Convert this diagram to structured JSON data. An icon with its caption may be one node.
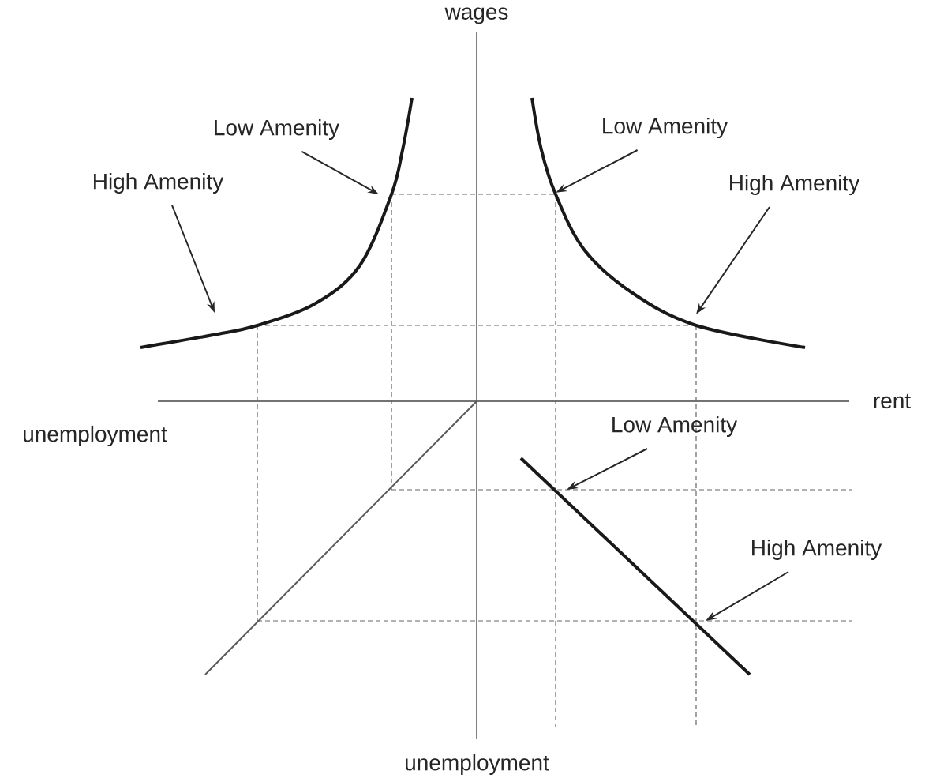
{
  "diagram": {
    "nodes": [
      {
        "text": [
          "Low Amenity"
        ]
      },
      {
        "text": [
          "Low Amenity"
        ]
      },
      {
        "text": [
          "High Amenity"
        ]
      },
      {
        "text": [
          "High Amenity"
        ]
      },
      {
        "text": [
          "Low Amenity"
        ]
      },
      {
        "text": [
          "High Amenity"
        ]
      }
    ],
    "edges": [
      {
        "from": 0,
        "to": null,
        "arrow": "to"
      },
      {
        "from": 1,
        "to": null,
        "arrow": "to"
      },
      {
        "from": 2,
        "to": null,
        "arrow": "to"
      },
      {
        "from": 3,
        "to": null,
        "arrow": "to"
      },
      {
        "from": 4,
        "to": null,
        "arrow": "to"
      },
      {
        "from": 5,
        "to": null,
        "arrow": "to"
      }
    ],
    "labels": [
      "wages",
      "rent",
      "unemployment",
      "unemployment"
    ]
  }
}
